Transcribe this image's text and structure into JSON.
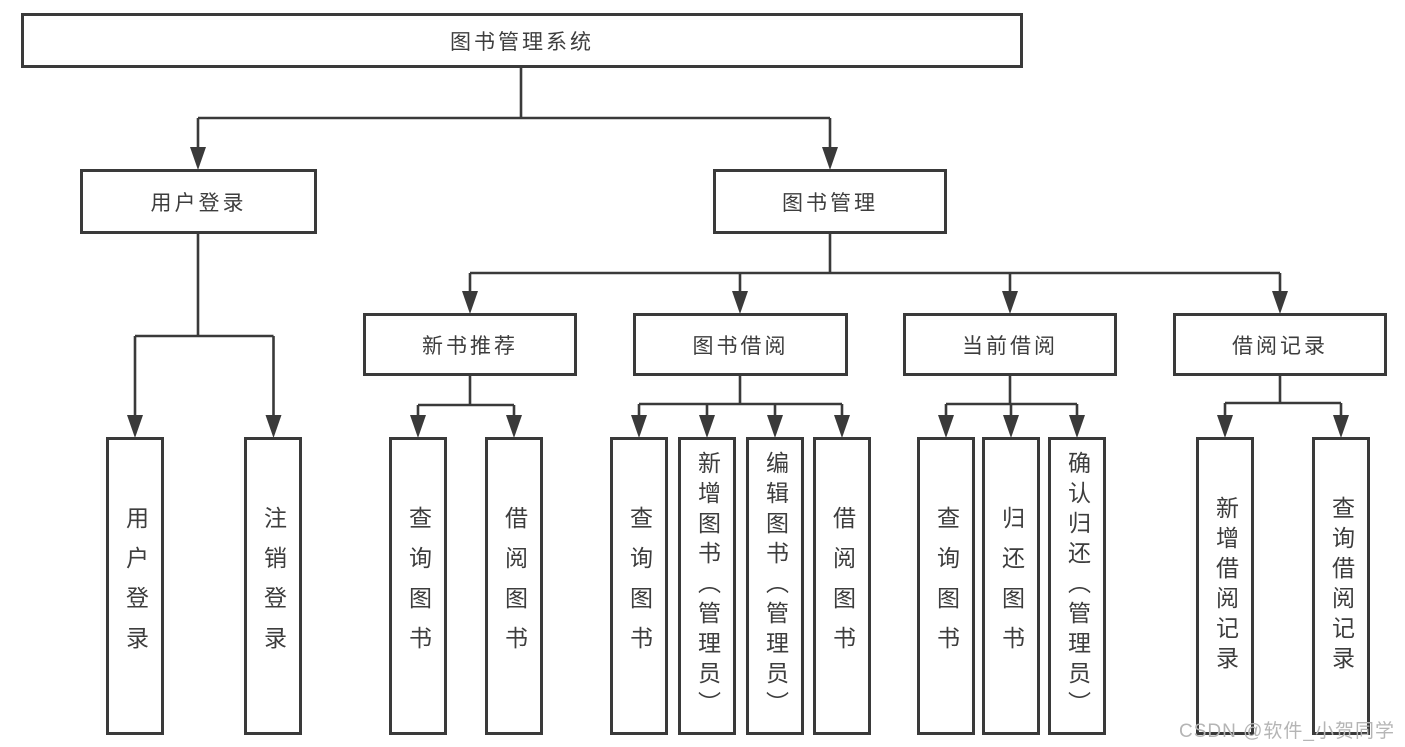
{
  "diagram": {
    "type": "hierarchy-tree",
    "title": "图书管理系统",
    "colors": {
      "background": "#ffffff",
      "line": "#3a3a3a",
      "box_border": "#3a3a3a",
      "box_fill": "#ffffff",
      "text": "#3d3d3d",
      "watermark": "#b5b5b5"
    },
    "hierarchy": {
      "root": "图书管理系统",
      "children": [
        {
          "label": "用户登录",
          "children": [
            "用户登录",
            "注销登录"
          ]
        },
        {
          "label": "图书管理",
          "children": [
            {
              "label": "新书推荐",
              "children": [
                "查询图书",
                "借阅图书"
              ]
            },
            {
              "label": "图书借阅",
              "children": [
                "查询图书",
                "新增图书（管理员）",
                "编辑图书（管理员）",
                "借阅图书"
              ]
            },
            {
              "label": "当前借阅",
              "children": [
                "查询图书",
                "归还图书",
                "确认归还（管理员）"
              ]
            },
            {
              "label": "借阅记录",
              "children": [
                "新增借阅记录",
                "查询借阅记录"
              ]
            }
          ]
        }
      ]
    }
  },
  "nodes": {
    "root": {
      "label": "图书管理系统"
    },
    "user_login": {
      "label": "用户登录"
    },
    "book_mgmt": {
      "label": "图书管理"
    },
    "new_book_rec": {
      "label": "新书推荐"
    },
    "book_borrow": {
      "label": "图书借阅"
    },
    "current_borrow": {
      "label": "当前借阅"
    },
    "borrow_record": {
      "label": "借阅记录"
    },
    "leaf_user_login": {
      "label": "用户登录"
    },
    "leaf_logout": {
      "label": "注销登录"
    },
    "leaf_nb_query": {
      "label": "查询图书"
    },
    "leaf_nb_borrow": {
      "label": "借阅图书"
    },
    "leaf_bb_query": {
      "label": "查询图书"
    },
    "leaf_bb_add": {
      "label": "新增图书（管理员）"
    },
    "leaf_bb_edit": {
      "label": "编辑图书（管理员）"
    },
    "leaf_bb_borrow": {
      "label": "借阅图书"
    },
    "leaf_cb_query": {
      "label": "查询图书"
    },
    "leaf_cb_return": {
      "label": "归还图书"
    },
    "leaf_cb_confirm": {
      "label": "确认归还（管理员）"
    },
    "leaf_br_add": {
      "label": "新增借阅记录"
    },
    "leaf_br_query": {
      "label": "查询借阅记录"
    }
  },
  "watermark": {
    "text": "CSDN @软件_小贺同学"
  }
}
